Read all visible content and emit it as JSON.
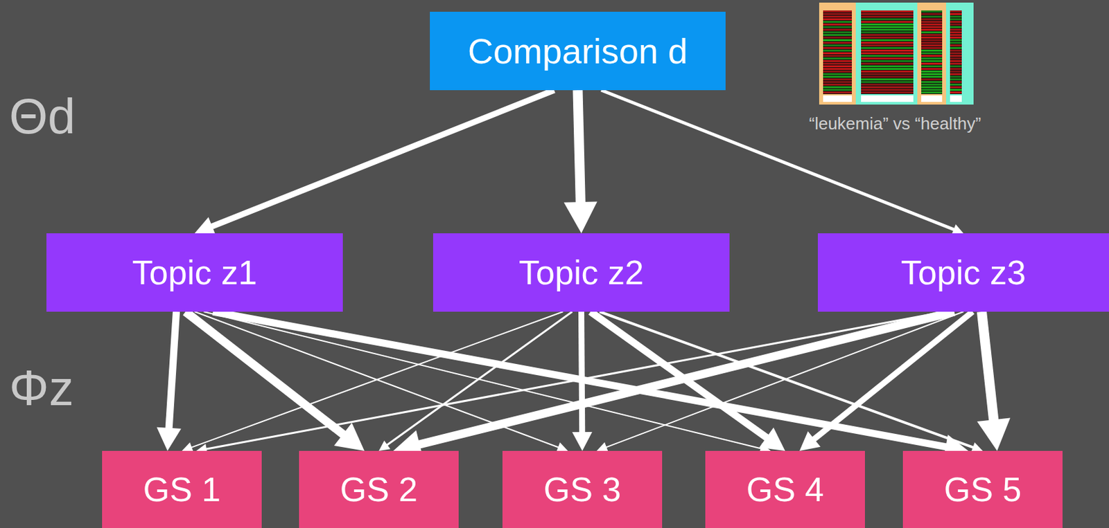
{
  "diagram": {
    "nodes": [
      {
        "text": [
          "Comparison d"
        ]
      },
      {
        "text": [
          "Topic z1"
        ]
      },
      {
        "text": [
          "Topic z2"
        ]
      },
      {
        "text": [
          "Topic z3"
        ]
      },
      {
        "text": [
          "GS 1"
        ]
      },
      {
        "text": [
          "GS 2"
        ]
      },
      {
        "text": [
          "GS 3"
        ]
      },
      {
        "text": [
          "GS 4"
        ]
      },
      {
        "text": [
          "GS 5"
        ]
      }
    ],
    "edges": [
      {
        "from": 0,
        "to": 1,
        "arrow": "to"
      },
      {
        "from": 0,
        "to": 2,
        "arrow": "to"
      },
      {
        "from": 0,
        "to": 3,
        "arrow": "to"
      },
      {
        "from": 1,
        "to": 4,
        "arrow": "to"
      },
      {
        "from": 1,
        "to": 5,
        "arrow": "to"
      },
      {
        "from": 1,
        "to": 6,
        "arrow": "to"
      },
      {
        "from": 1,
        "to": 7,
        "arrow": "to"
      },
      {
        "from": 1,
        "to": 8,
        "arrow": "to"
      },
      {
        "from": 2,
        "to": 4,
        "arrow": "to"
      },
      {
        "from": 2,
        "to": 5,
        "arrow": "to"
      },
      {
        "from": 2,
        "to": 6,
        "arrow": "to"
      },
      {
        "from": 2,
        "to": 7,
        "arrow": "to"
      },
      {
        "from": 2,
        "to": 8,
        "arrow": "to"
      },
      {
        "from": 3,
        "to": 4,
        "arrow": "to"
      },
      {
        "from": 3,
        "to": 5,
        "arrow": "to"
      },
      {
        "from": 3,
        "to": 6,
        "arrow": "to"
      },
      {
        "from": 3,
        "to": 7,
        "arrow": "to"
      },
      {
        "from": 3,
        "to": 8,
        "arrow": "to"
      }
    ],
    "labels": [
      "Θd",
      "Φz",
      "“leukemia” vs “healthy”"
    ]
  }
}
